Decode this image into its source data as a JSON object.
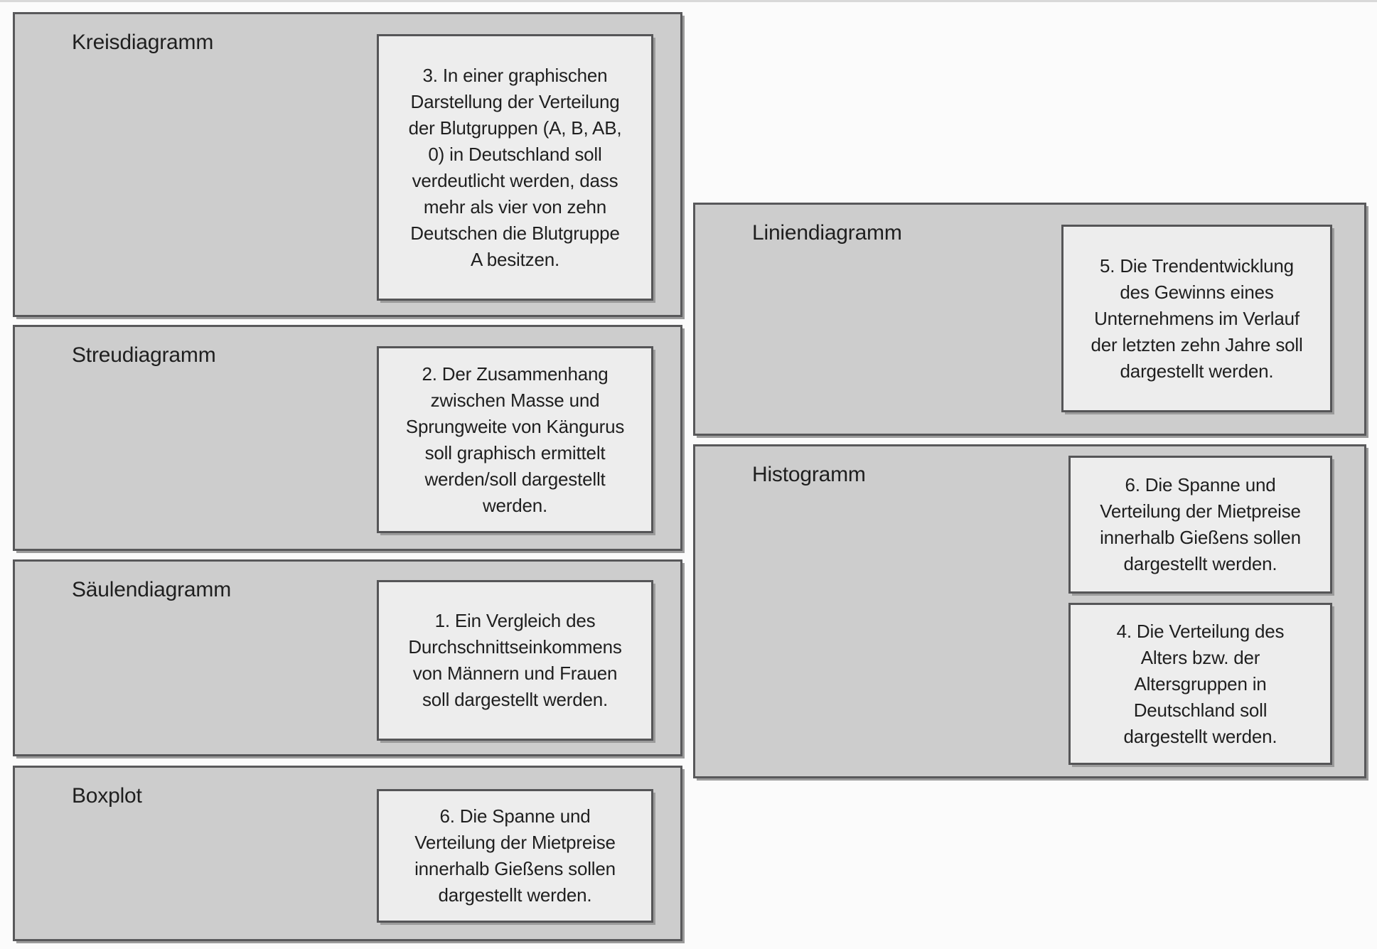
{
  "app": {
    "description": "Matching exercise: assign chart-type descriptions to chart categories"
  },
  "colors": {
    "box_fill": "#cdcdcd",
    "box_border": "#58585a",
    "card_fill": "#ededed",
    "card_border": "#555557",
    "text": "#1f1f1f",
    "shadow": "#9b9b9b",
    "page_background": "#fbfbfb",
    "top_line": "#d9d9d9"
  },
  "groups": [
    {
      "id": "kreisdiagramm",
      "label": "Kreisdiagramm",
      "cards": [
        {
          "text": "3. In einer graphischen Darstellung der Verteilung der Blutgruppen (A, B, AB, 0) in Deutschland soll verdeutlicht werden, dass mehr als vier von zehn Deutschen die Blutgruppe A besitzen."
        }
      ]
    },
    {
      "id": "streudiagramm",
      "label": "Streudiagramm",
      "cards": [
        {
          "text": "2. Der Zusammenhang zwischen Masse und Sprungweite von Kängurus soll graphisch ermittelt werden/soll dargestellt werden."
        }
      ]
    },
    {
      "id": "saeulendiagramm",
      "label": "Säulendiagramm",
      "cards": [
        {
          "text": "1. Ein Vergleich des Durchschnittseinkommens von Männern und Frauen soll dargestellt werden."
        }
      ]
    },
    {
      "id": "boxplot",
      "label": "Boxplot",
      "cards": [
        {
          "text": "6. Die Spanne und Verteilung der Mietpreise innerhalb Gießens sollen dargestellt werden."
        }
      ]
    },
    {
      "id": "liniendiagramm",
      "label": "Liniendiagramm",
      "cards": [
        {
          "text": "5. Die Trendentwicklung des Gewinns eines Unternehmens im Verlauf der letzten zehn Jahre soll dargestellt werden."
        }
      ]
    },
    {
      "id": "histogramm",
      "label": "Histogramm",
      "cards": [
        {
          "text": "6. Die Spanne und Verteilung der Mietpreise innerhalb Gießens sollen dargestellt werden."
        },
        {
          "text": "4. Die Verteilung des Alters bzw. der Altersgruppen in Deutschland soll dargestellt werden."
        }
      ]
    }
  ]
}
